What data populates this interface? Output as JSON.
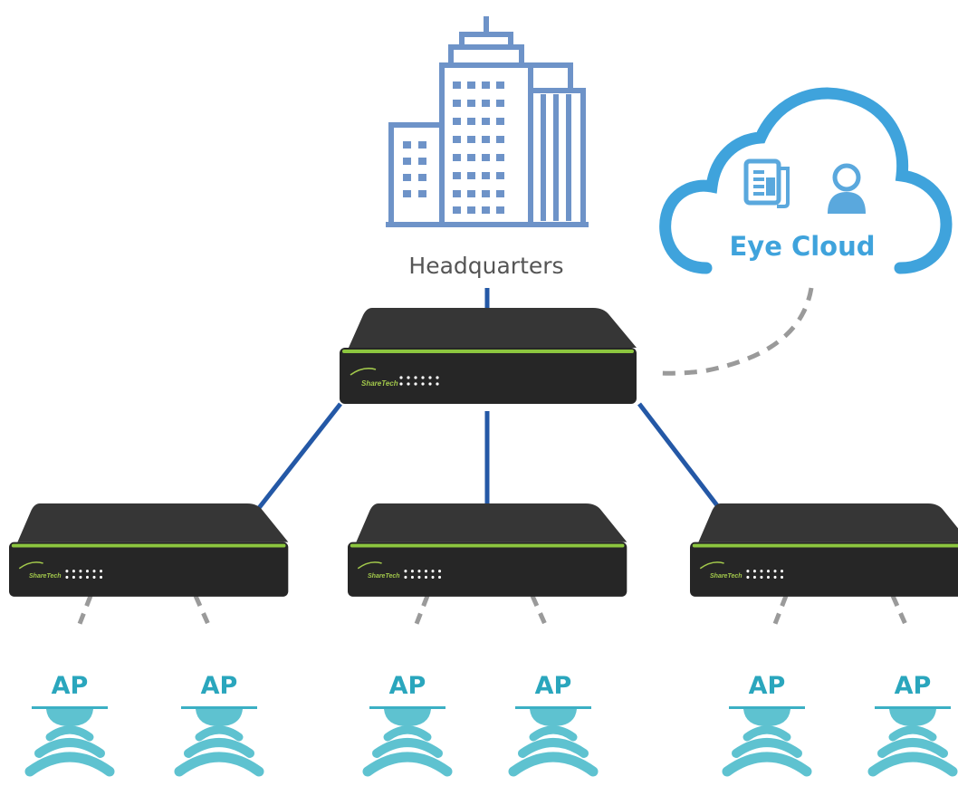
{
  "headquarters": {
    "label": "Headquarters",
    "icon": "building-icon",
    "color": "#6e93c8"
  },
  "cloud": {
    "label": "Eye Cloud",
    "icon": "cloud-icon",
    "color": "#3fa3dc",
    "inner_icons": [
      "newspaper-icon",
      "user-icon"
    ]
  },
  "devices": {
    "brand": "ShareTech",
    "body_color": "#2a2a2a",
    "stripe_color": "#8cc63f",
    "link_color": "#2458a6"
  },
  "aps": {
    "color": "#3bb0c4",
    "items": [
      {
        "label": "AP"
      },
      {
        "label": "AP"
      },
      {
        "label": "AP"
      },
      {
        "label": "AP"
      },
      {
        "label": "AP"
      },
      {
        "label": "AP"
      }
    ]
  }
}
